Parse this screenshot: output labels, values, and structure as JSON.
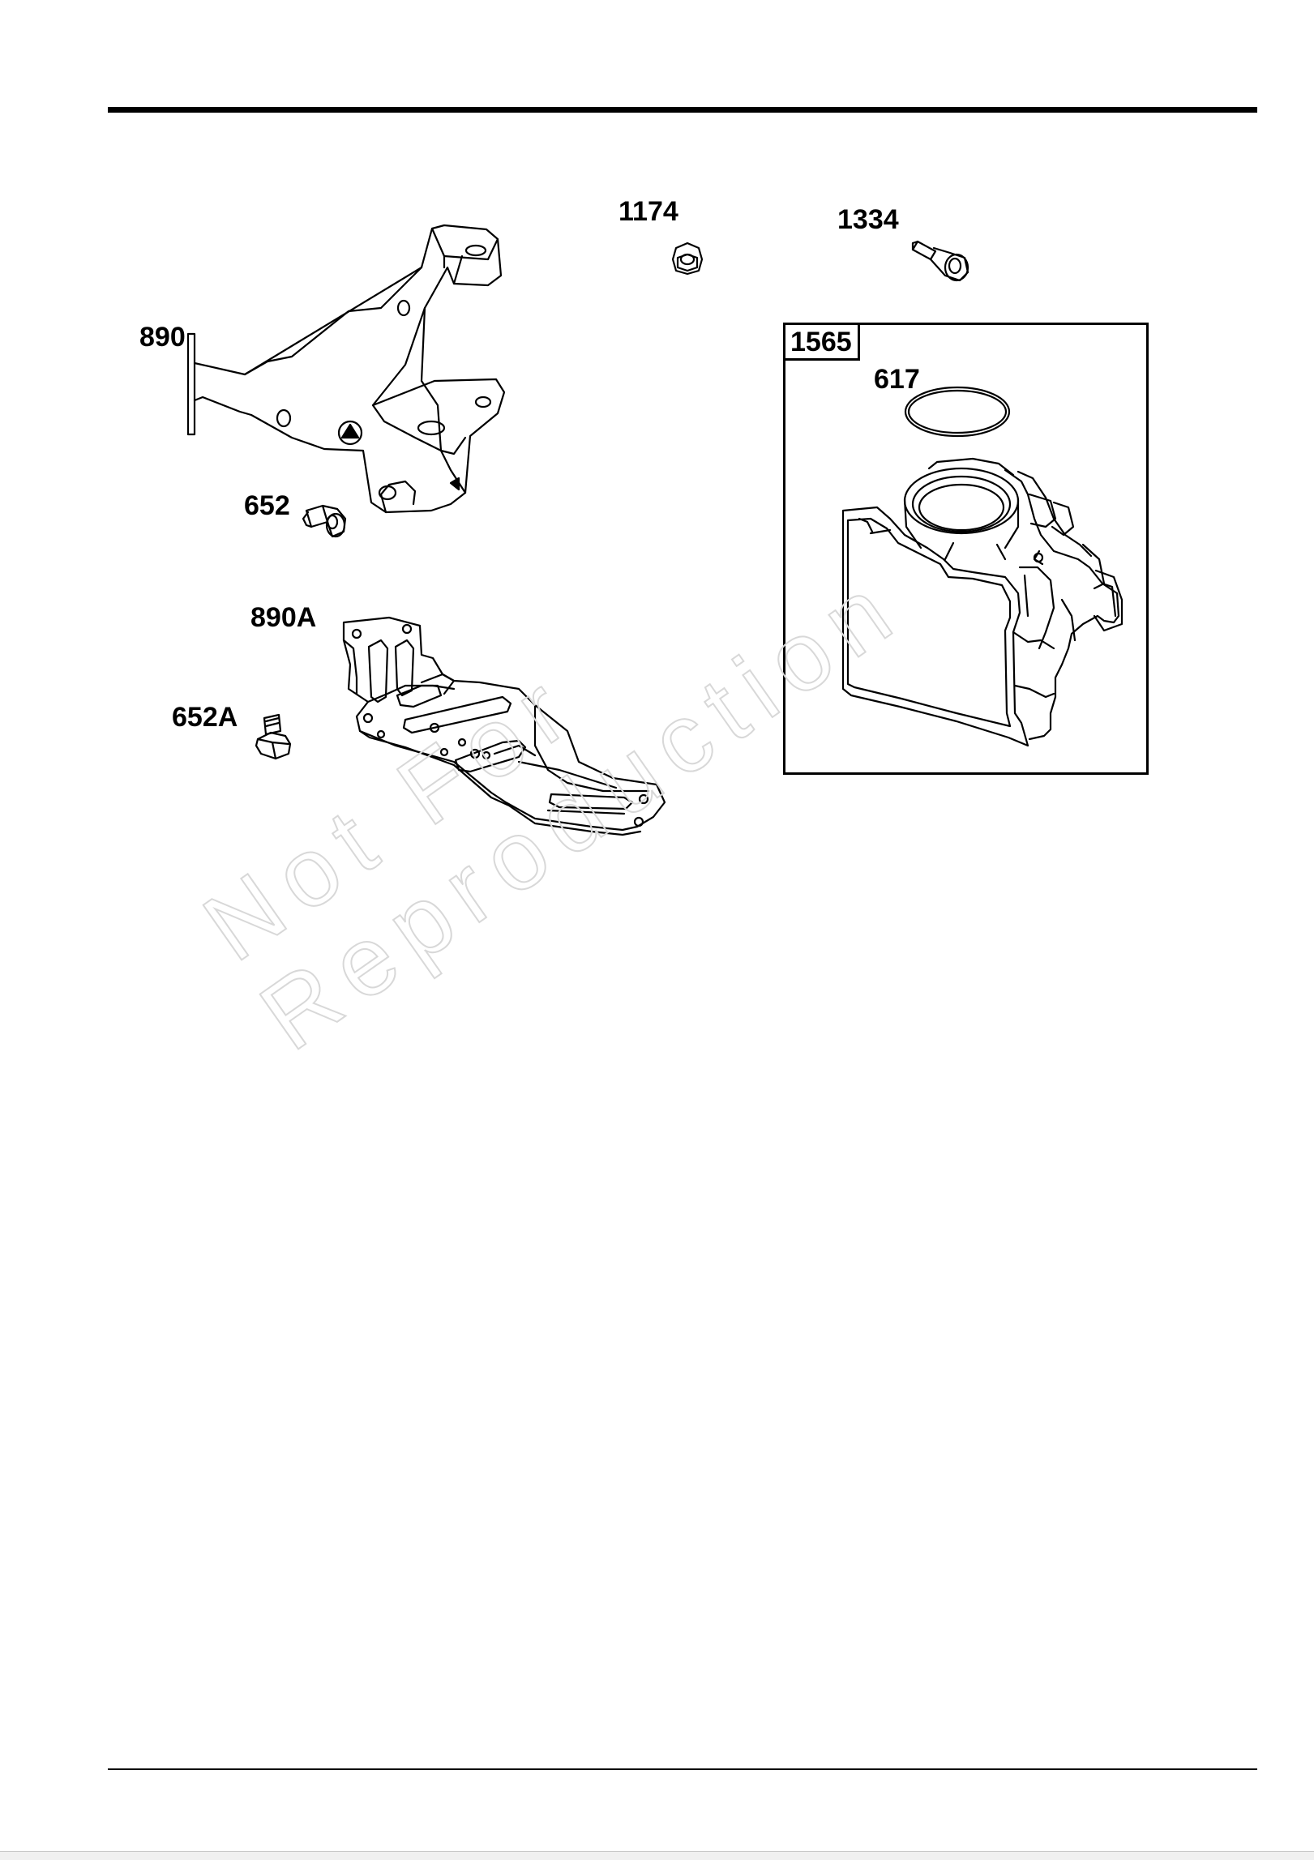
{
  "callouts": {
    "p890": "890",
    "p652": "652",
    "p890a": "890A",
    "p652a": "652A",
    "p1174": "1174",
    "p1334": "1334",
    "p1565": "1565",
    "p617": "617"
  },
  "watermark": {
    "line1": "Not For",
    "line2": "Reproduction"
  },
  "colors": {
    "ink": "#000000",
    "watermark": "#d8d8d8"
  }
}
